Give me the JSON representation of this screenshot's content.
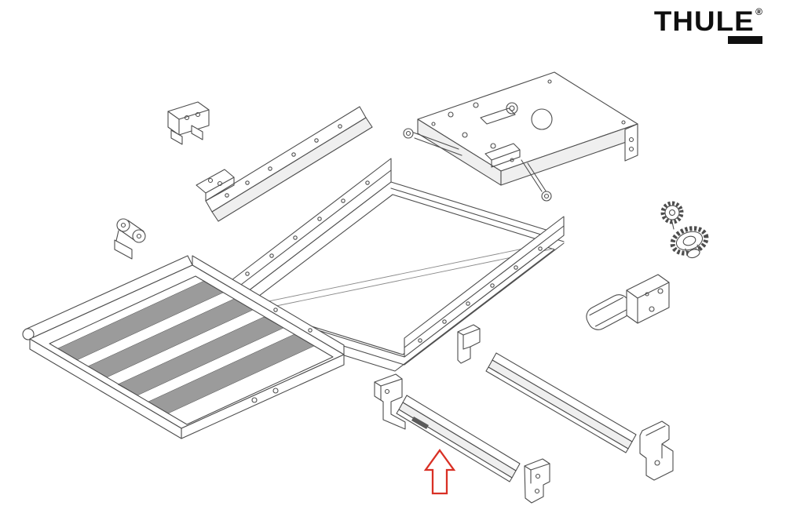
{
  "brand": {
    "logo_text": "THULE",
    "registered_mark": "®"
  },
  "colors": {
    "line": "#4d4d4d",
    "line_soft": "#8a8a8a",
    "fill_light": "#efefef",
    "fill_mid": "#9b9b9b",
    "fill_dark": "#5a5a5a",
    "accent": "#d93025",
    "logo": "#0f0f0f",
    "background": "#ffffff"
  },
  "diagram": {
    "kind": "exploded-parts-line-drawing",
    "parts": [
      {
        "name": "top-slide-mechanism-plate"
      },
      {
        "name": "upper-left-mounting-bracket"
      },
      {
        "name": "upper-left-guide-rail"
      },
      {
        "name": "left-hinge-bracket"
      },
      {
        "name": "main-frame-assembly"
      },
      {
        "name": "spacer-clip-1"
      },
      {
        "name": "spacer-clip-2"
      },
      {
        "name": "step-platform"
      },
      {
        "name": "bevel-gear-set"
      },
      {
        "name": "drive-motor"
      },
      {
        "name": "center-corner-bracket"
      },
      {
        "name": "front-rail-left-bracket"
      },
      {
        "name": "highlighted-front-rail"
      },
      {
        "name": "front-rail-end-bracket"
      },
      {
        "name": "right-slide-rail"
      },
      {
        "name": "right-rail-end-cap"
      }
    ],
    "annotation": {
      "type": "up-arrow",
      "style": "outline",
      "color": "#d93025",
      "points_at": "highlighted-front-rail"
    }
  }
}
